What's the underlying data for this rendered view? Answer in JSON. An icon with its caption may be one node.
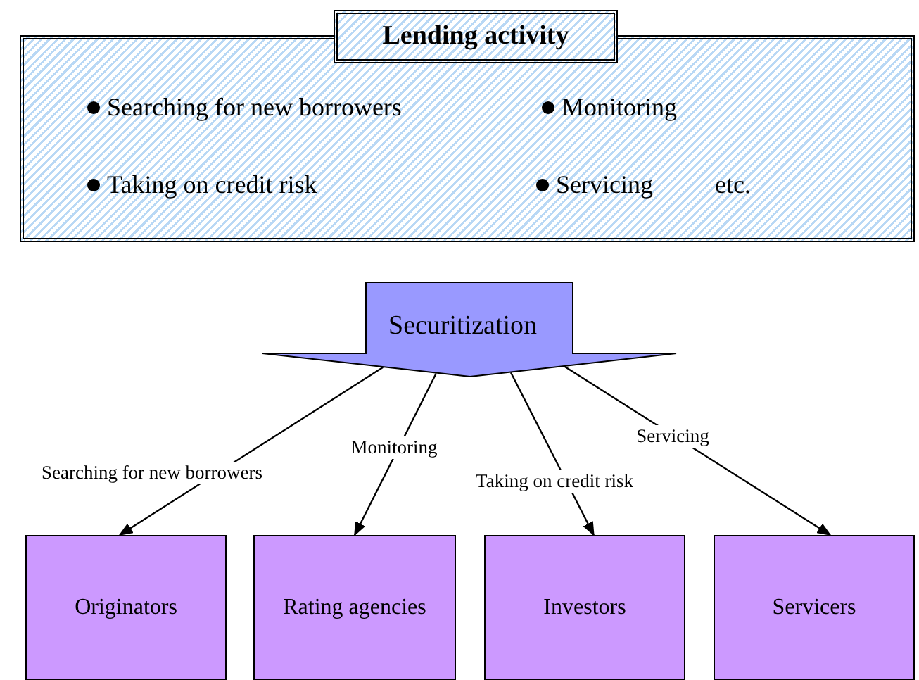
{
  "diagram": {
    "nodes": [
      {
        "text": [
          "Lending activity",
          "Searching for new borrowers",
          "Monitoring",
          "Taking on credit risk",
          "Servicing",
          "etc."
        ]
      },
      {
        "text": [
          "Securitization"
        ]
      },
      {
        "text": [
          "Originators"
        ]
      },
      {
        "text": [
          "Rating agencies"
        ]
      },
      {
        "text": [
          "Investors"
        ]
      },
      {
        "text": [
          "Servicers"
        ]
      }
    ],
    "edges": [
      {
        "from": 1,
        "to": 2,
        "arrow": "to",
        "label": "Searching for new borrowers"
      },
      {
        "from": 1,
        "to": 3,
        "arrow": "to",
        "label": "Monitoring"
      },
      {
        "from": 1,
        "to": 4,
        "arrow": "to",
        "label": "Taking on credit risk"
      },
      {
        "from": 1,
        "to": 5,
        "arrow": "to",
        "label": "Servicing"
      }
    ]
  }
}
